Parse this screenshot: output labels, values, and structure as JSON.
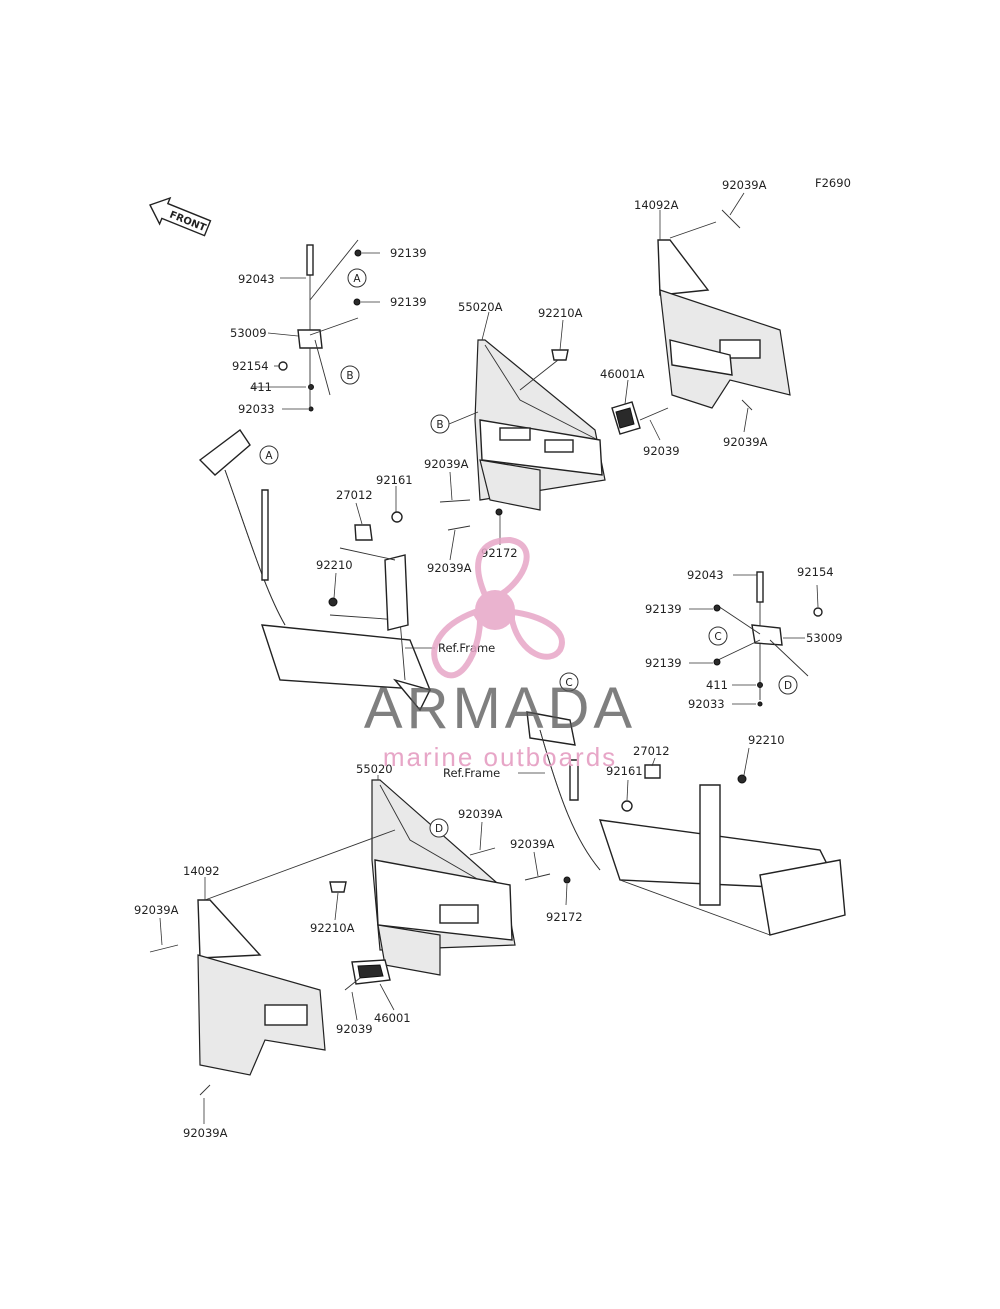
{
  "figure_code": "F2690",
  "front_label": "FRONT",
  "ref_frame": "Ref.Frame",
  "watermark": {
    "brand": "ARMADA",
    "tagline": "marine outboards",
    "color": "#e7a6c7",
    "text_color": "#555555"
  },
  "callouts": [
    "A",
    "B",
    "C",
    "D"
  ],
  "parts": {
    "p14092A": "14092A",
    "p14092": "14092",
    "p55020A": "55020A",
    "p55020": "55020",
    "p92210A": "92210A",
    "p46001A": "46001A",
    "p46001": "46001",
    "p92039": "92039",
    "p92039A": "92039A",
    "p92172": "92172",
    "p92139": "92139",
    "p92043": "92043",
    "p53009": "53009",
    "p92154": "92154",
    "p411": "411",
    "p92033": "92033",
    "p27012": "27012",
    "p92161": "92161",
    "p92210": "92210"
  }
}
